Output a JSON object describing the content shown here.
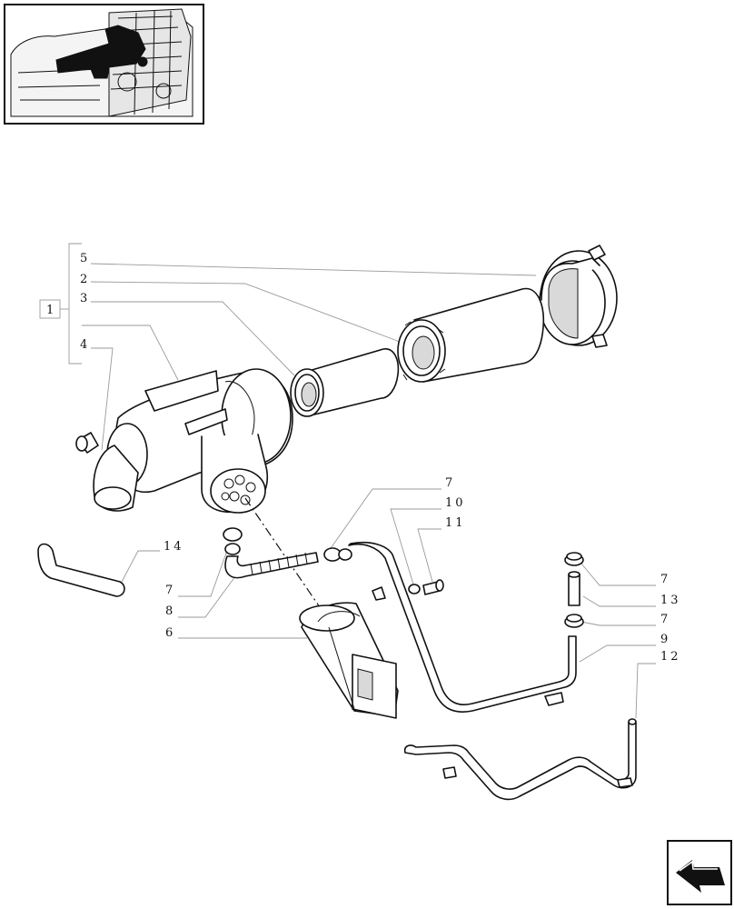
{
  "callouts": {
    "c5": "5",
    "c2": "2",
    "c3": "3",
    "c1": "1",
    "c4": "4",
    "c14": "14",
    "c7a": "7",
    "c10": "10",
    "c11": "11",
    "c7b": "7",
    "c8": "8",
    "c6": "6",
    "c7c": "7",
    "c13": "13",
    "c7d": "7",
    "c9": "9",
    "c12": "12"
  }
}
